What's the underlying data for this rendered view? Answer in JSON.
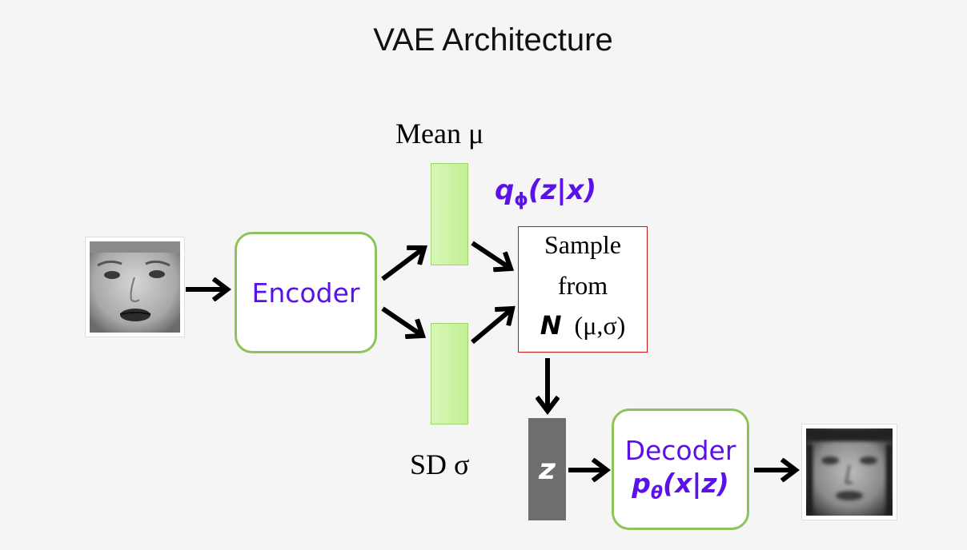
{
  "title": "VAE Architecture",
  "encoder_label": "Encoder",
  "mean_label": "Mean μ",
  "sd_label": "SD σ",
  "posterior": {
    "q": "q",
    "phi": "ϕ",
    "args": "(z|x)"
  },
  "sample_box": {
    "line1": "Sample",
    "line2": "from",
    "dist_symbol": "N",
    "dist_params": "(μ,σ)"
  },
  "z_label": "z",
  "decoder": {
    "label": "Decoder",
    "p": "p",
    "theta": "θ",
    "args": "(x|z)"
  },
  "colors": {
    "accent": "#5b12e8",
    "box_border": "#8cc35a",
    "sample_border": "#cc1111",
    "z_block": "#6e6e6e"
  }
}
